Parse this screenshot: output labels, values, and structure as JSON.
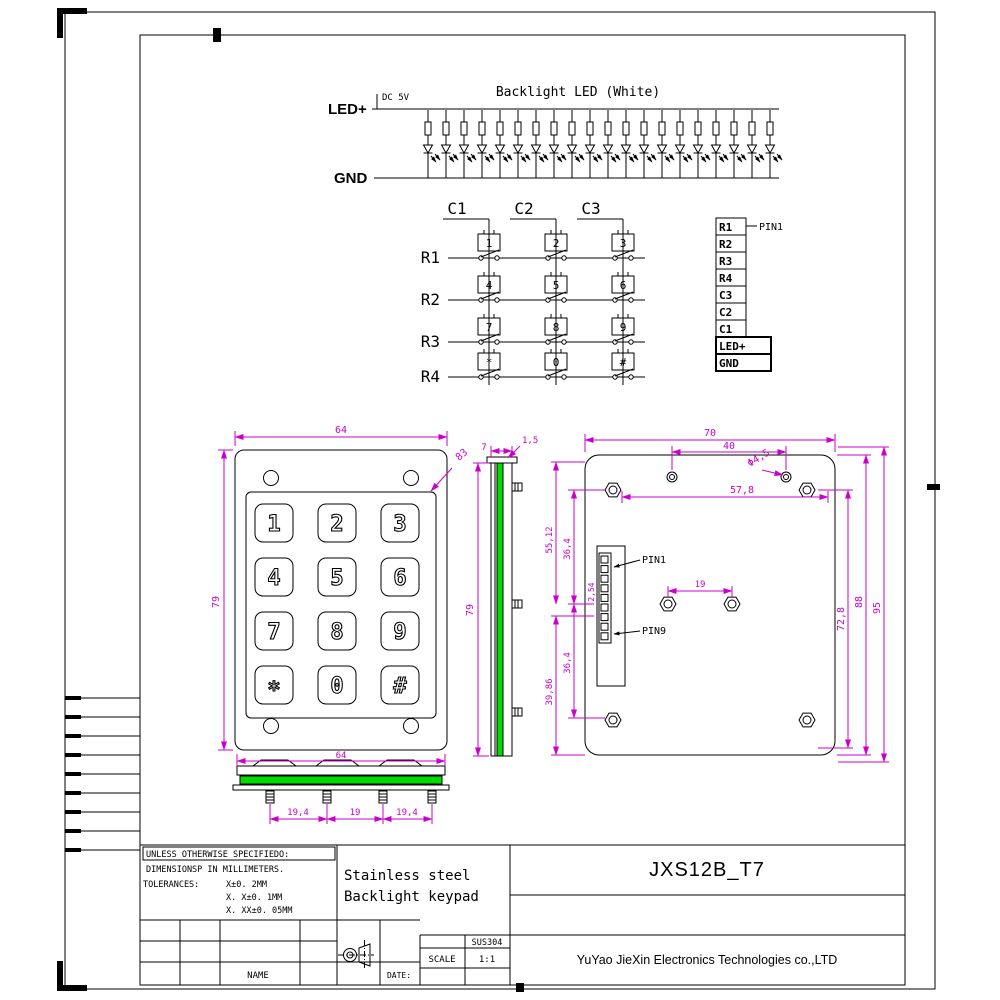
{
  "colors": {
    "dimension": "#CC00CC",
    "green": "#00DC00",
    "line": "#000000",
    "bg": "#FFFFFF"
  },
  "led_circuit": {
    "label_led_plus": "LED+",
    "label_dc": "DC 5V",
    "title": "Backlight LED (White)",
    "label_gnd": "GND"
  },
  "matrix": {
    "col_labels": [
      "C1",
      "C2",
      "C3"
    ],
    "row_labels": [
      "R1",
      "R2",
      "R3",
      "R4"
    ],
    "keys": [
      [
        "1",
        "2",
        "3"
      ],
      [
        "4",
        "5",
        "6"
      ],
      [
        "7",
        "8",
        "9"
      ],
      [
        "*",
        "0",
        "#"
      ]
    ]
  },
  "pin_table": {
    "pins": [
      "R1",
      "R2",
      "R3",
      "R4",
      "C3",
      "C2",
      "C1",
      "LED+",
      "GND"
    ],
    "pin1": "PIN1"
  },
  "front_view": {
    "keys": [
      "1",
      "2",
      "3",
      "4",
      "5",
      "6",
      "7",
      "8",
      "9",
      "*",
      "0",
      "#"
    ],
    "dim_top": "64",
    "dim_left": "79",
    "dim_diag": "83"
  },
  "bottom_view": {
    "dim_width": "64",
    "dim_a": "19,4",
    "dim_b": "19",
    "dim_c": "19,4"
  },
  "side_view": {
    "dim_thickness": "7",
    "dim_lip": "1,5",
    "dim_height": "79"
  },
  "back_view": {
    "dim_width": "70",
    "dim_holes": "40",
    "dim_span": "57,8",
    "dim_dia": "Φ4,5",
    "dim_h95": "95",
    "dim_h88": "88",
    "dim_h728": "72,8",
    "dim_v364_top": "36,4",
    "dim_v364_bot": "36,4",
    "dim_v5512": "55,12",
    "dim_pitch": "2,54",
    "dim_center": "19",
    "dim_v3986": "39,86",
    "pin1": "PIN1",
    "pin9": "PIN9"
  },
  "title_block": {
    "spec1": "UNLESS OTHERWISE SPECIFIEDO:",
    "spec2": "DIMENSIONSP IN MILLIMETERS.",
    "tol_label": "TOLERANCES:",
    "tol1": "X±0. 2MM",
    "tol2": "X. X±0. 1MM",
    "tol3": "X. XX±0. 05MM",
    "product1": "Stainless steel",
    "product2": "Backlight keypad",
    "part_no": "JXS12B_T7",
    "material": "SUS304",
    "scale_label": "SCALE",
    "scale_value": "1:1",
    "company": "YuYao JieXin Electronics Technologies co.,LTD",
    "name_label": "NAME",
    "date_label": "DATE:"
  }
}
